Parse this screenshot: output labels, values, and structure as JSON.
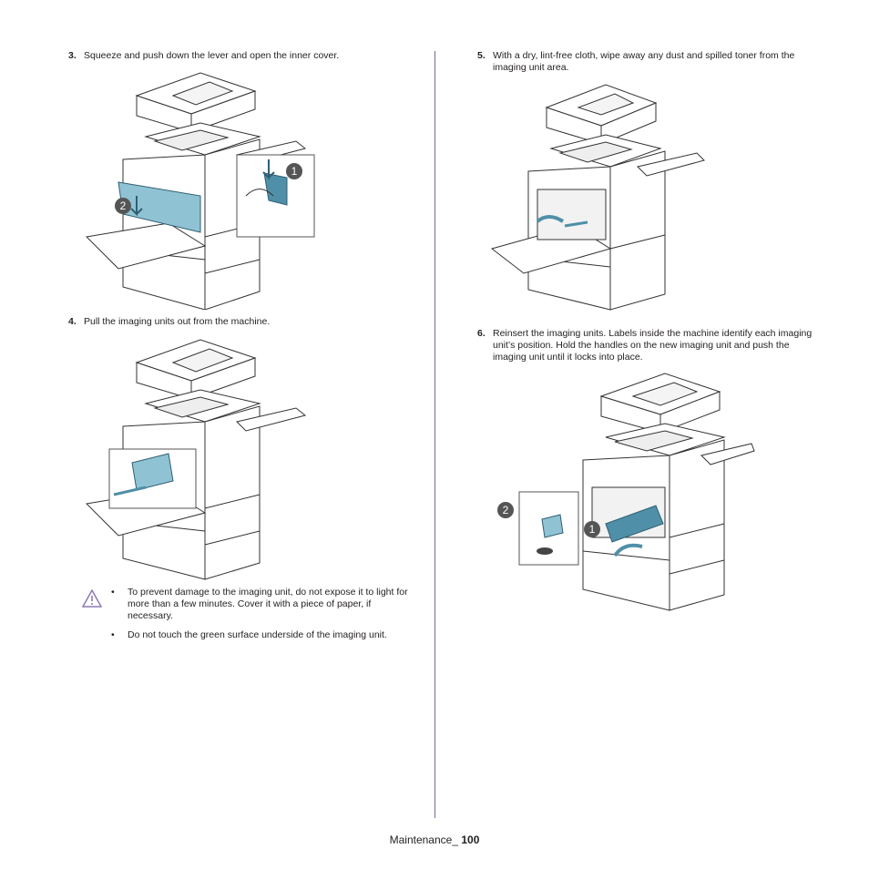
{
  "steps": {
    "s3": {
      "num": "3.",
      "text": "Squeeze and push down the lever and open the inner cover."
    },
    "s4": {
      "num": "4.",
      "text": "Pull the imaging units out from the machine."
    },
    "s5": {
      "num": "5.",
      "text": "With a dry, lint-free cloth, wipe away any dust and spilled toner from the imaging unit area."
    },
    "s6": {
      "num": "6.",
      "text": "Reinsert the imaging units. Labels inside the machine identify each imaging unit’s position. Hold the handles on the new imaging unit and push the imaging unit until it locks into place."
    }
  },
  "caution": {
    "bullets": [
      "To prevent damage to the imaging unit, do not expose it to light for more than a few minutes. Cover it with a piece of paper, if necessary.",
      "Do not touch the green surface underside of the imaging unit."
    ]
  },
  "callouts": {
    "one": "1",
    "two": "2"
  },
  "footer": {
    "section": "Maintenance_ ",
    "page": "100"
  },
  "colors": {
    "accent": "#4f8fa8",
    "divider": "#6b6b9a",
    "warning": "#8e7ab5"
  }
}
